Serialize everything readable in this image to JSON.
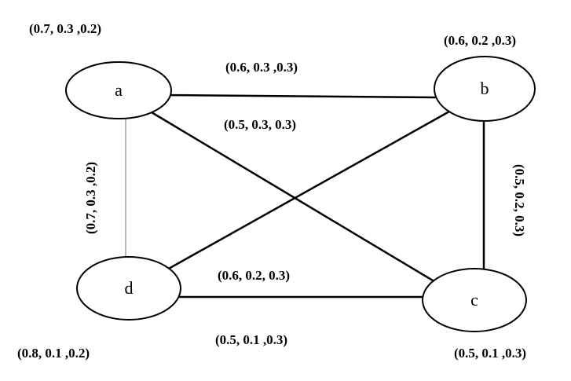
{
  "vertices": {
    "a": {
      "label": "a",
      "value": "(0.7, 0.3 ,0.2)"
    },
    "b": {
      "label": "b",
      "value": "(0.6, 0.2 ,0.3)"
    },
    "c": {
      "label": "c",
      "value": "(0.5, 0.1 ,0.3)"
    },
    "d": {
      "label": "d",
      "value": "(0.8, 0.1 ,0.2)"
    }
  },
  "edges": {
    "ab": {
      "from": "a",
      "to": "b",
      "value": "(0.6, 0.3 ,0.3)"
    },
    "ac": {
      "from": "a",
      "to": "c",
      "value": "(0.5, 0.3, 0.3)"
    },
    "ad": {
      "from": "a",
      "to": "d",
      "value": "(0.7, 0.3 ,0.2)"
    },
    "bc": {
      "from": "b",
      "to": "c",
      "value": "(0.5, 0.2, 0.3)"
    },
    "bd": {
      "from": "b",
      "to": "d",
      "value": "(0.6, 0.2, 0.3)"
    },
    "dc": {
      "from": "d",
      "to": "c",
      "value": "(0.5, 0.1 ,0.3)"
    }
  }
}
